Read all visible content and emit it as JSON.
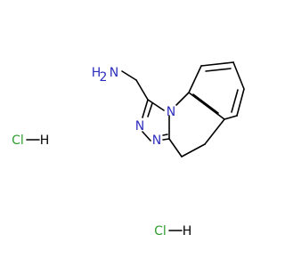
{
  "molecule": {
    "atoms": {
      "amine": "NH2",
      "amine_h": "H",
      "amine_n": "N",
      "amine_sub": "2",
      "ring_n1": "N",
      "ring_n2": "N",
      "ring_n3": "N"
    },
    "salts": [
      {
        "cl": "Cl",
        "h": "H"
      },
      {
        "cl": "Cl",
        "h": "H"
      }
    ]
  },
  "colors": {
    "bond": "#000000",
    "nitrogen": "#2f2fbf",
    "chlorine": "#2e9e2e"
  }
}
